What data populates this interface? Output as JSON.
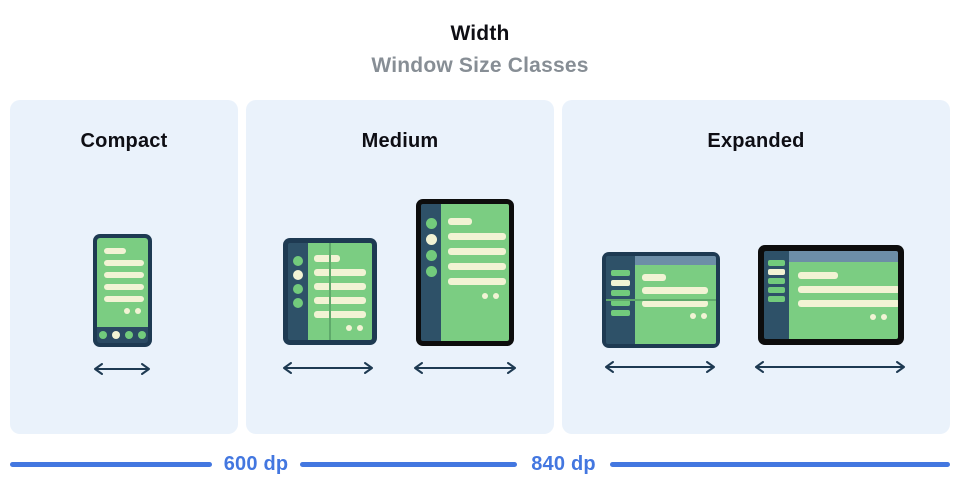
{
  "header": {
    "title": "Width",
    "subtitle": "Window Size Classes"
  },
  "panels": [
    {
      "label": "Compact",
      "devices": [
        "phone-portrait"
      ]
    },
    {
      "label": "Medium",
      "devices": [
        "foldable-portrait",
        "tablet-portrait"
      ]
    },
    {
      "label": "Expanded",
      "devices": [
        "foldable-landscape",
        "tablet-landscape"
      ]
    }
  ],
  "ruler": {
    "breakpoints": [
      {
        "label": "600 dp"
      },
      {
        "label": "840 dp"
      }
    ]
  },
  "icons": {
    "width_arrow": "double-headed-horizontal-arrow"
  },
  "colors": {
    "accent_blue": "#4377e0",
    "panel_background": "#eaf2fb",
    "device_frame_navy": "#1e3a52",
    "device_frame_black": "#0d0d0d",
    "sidebar_navy": "#2e5168",
    "screen_green": "#7bcd82",
    "placeholder_cream": "#f2f3d4",
    "top_bar_slate": "#6d8ea7",
    "subtitle_gray": "#878e95",
    "text_black": "#0e0e14"
  }
}
